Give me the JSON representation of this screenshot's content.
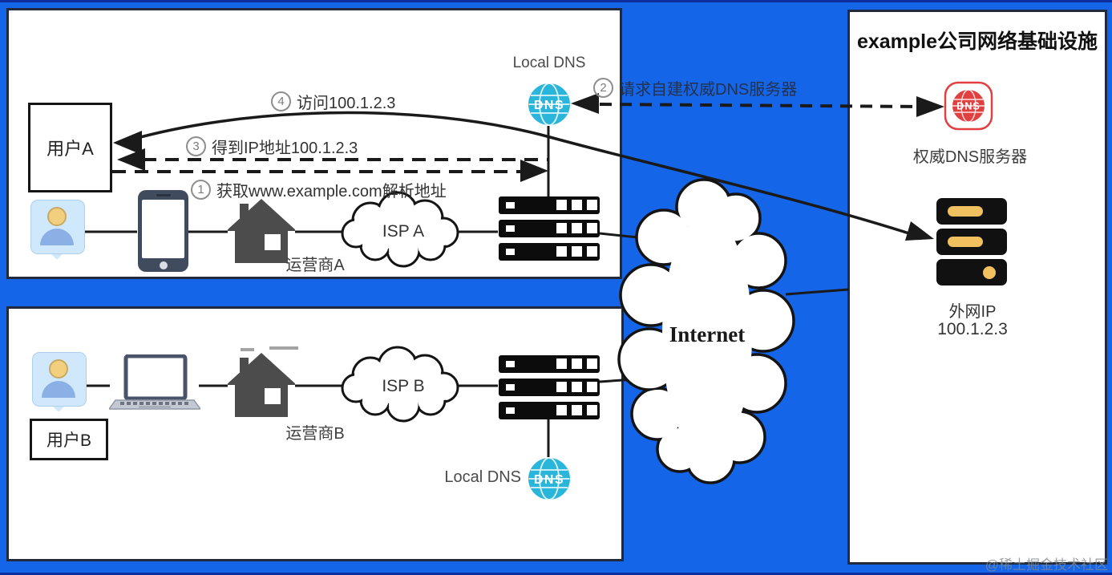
{
  "panel_a": {
    "user_label": "用户A",
    "local_dns_label": "Local DNS",
    "isp_cloud_label": "ISP A",
    "carrier_label": "运营商A",
    "steps": {
      "s1": {
        "num": "1",
        "text": "获取www.example.com解析地址"
      },
      "s3": {
        "num": "3",
        "text": "得到IP地址100.1.2.3"
      },
      "s4": {
        "num": "4",
        "text": "访问100.1.2.3"
      }
    }
  },
  "panel_b": {
    "user_label": "用户B",
    "local_dns_label": "Local DNS",
    "isp_cloud_label": "ISP B",
    "carrier_label": "运营商B"
  },
  "company_panel": {
    "title": "example公司网络基础设施",
    "auth_dns_label": "权威DNS服务器",
    "public_ip_line1": "外网IP",
    "public_ip_line2": "100.1.2.3"
  },
  "step2": {
    "num": "2",
    "text": "请求自建权威DNS服务器"
  },
  "internet_cloud_label": "Internet",
  "dns_globe_text": "DNS",
  "watermark": "@稀土掘金技术社区",
  "colors": {
    "background_blue": "#1565e8",
    "panel_white": "#ffffff",
    "line_black": "#1a1a1a",
    "dns_cyan": "#2ab5da",
    "dns_red": "#e04040",
    "server_yellow": "#f0c15e",
    "person_card_blue": "#cfe8fb",
    "person_head_yellow": "#f2cf7e",
    "person_body_blue": "#8bb0e6",
    "device_gray": "#414b5e",
    "house_gray": "#4c4c4c",
    "step_text_gray": "#333333",
    "circled_number_gray": "#8a8a8a",
    "watermark_gray": "#8e9399"
  },
  "icons": {
    "person-card-icon": "user avatar in speech-bubble card",
    "smartphone-icon": "mobile phone",
    "laptop-icon": "notebook computer",
    "house-icon": "carrier building",
    "server-stack-icon": "rack of 3 servers",
    "dns-globe-cyan-icon": "cyan globe with DNS letters",
    "dns-globe-red-icon": "red squircle globe with DNS letters",
    "internet-cloud": "large cloud shape",
    "isp-cloud": "small cloud shape"
  }
}
